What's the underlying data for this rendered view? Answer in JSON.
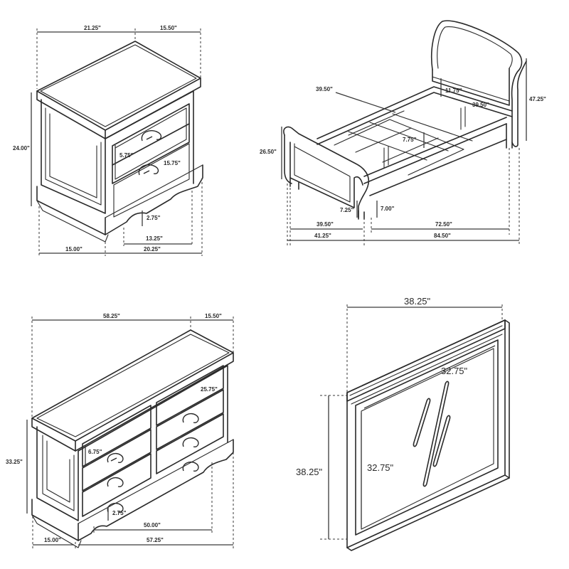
{
  "nightstand": {
    "width_top": "21.25\"",
    "depth_top": "15.50\"",
    "height": "24.00\"",
    "drawer_height": "5.75\"",
    "drawer_width": "15.75\"",
    "leg_clearance": "2.75\"",
    "inner_width": "13.25\"",
    "depth_bottom": "15.00\"",
    "width_bottom": "20.25\""
  },
  "bed": {
    "headboard_depth": "39.50\"",
    "slat_gap": "11.75\"",
    "height": "47.25\"",
    "rail_width": "39.50\"",
    "slat_height": "7.75\"",
    "footboard_height": "26.50\"",
    "leg_height": "7.25\"",
    "clearance": "7.00\"",
    "inner_width": "39.50\"",
    "inner_length": "72.50\"",
    "overall_width": "41.25\"",
    "overall_length": "84.50\""
  },
  "dresser": {
    "width_top": "58.25\"",
    "depth_top": "15.50\"",
    "drawer_width": "25.75\"",
    "height": "33.25\"",
    "drawer_height": "6.75\"",
    "leg_clearance": "2.75\"",
    "inner_width": "50.00\"",
    "depth_bottom": "15.00\"",
    "width_bottom": "57.25\""
  },
  "mirror": {
    "outer_width": "38.25\"",
    "glass_width": "32.75\"",
    "outer_height": "38.25\"",
    "glass_height": "32.75\""
  }
}
